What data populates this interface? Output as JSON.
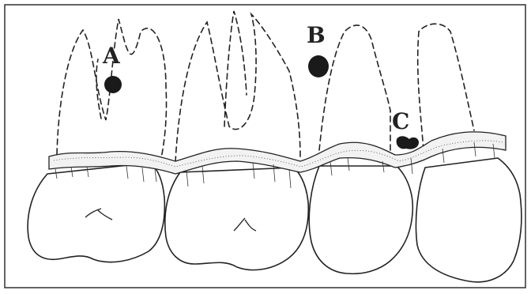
{
  "figure": {
    "labels": [
      {
        "id": "A",
        "text": "A"
      },
      {
        "id": "B",
        "text": "B"
      },
      {
        "id": "C",
        "text": "C"
      }
    ]
  }
}
